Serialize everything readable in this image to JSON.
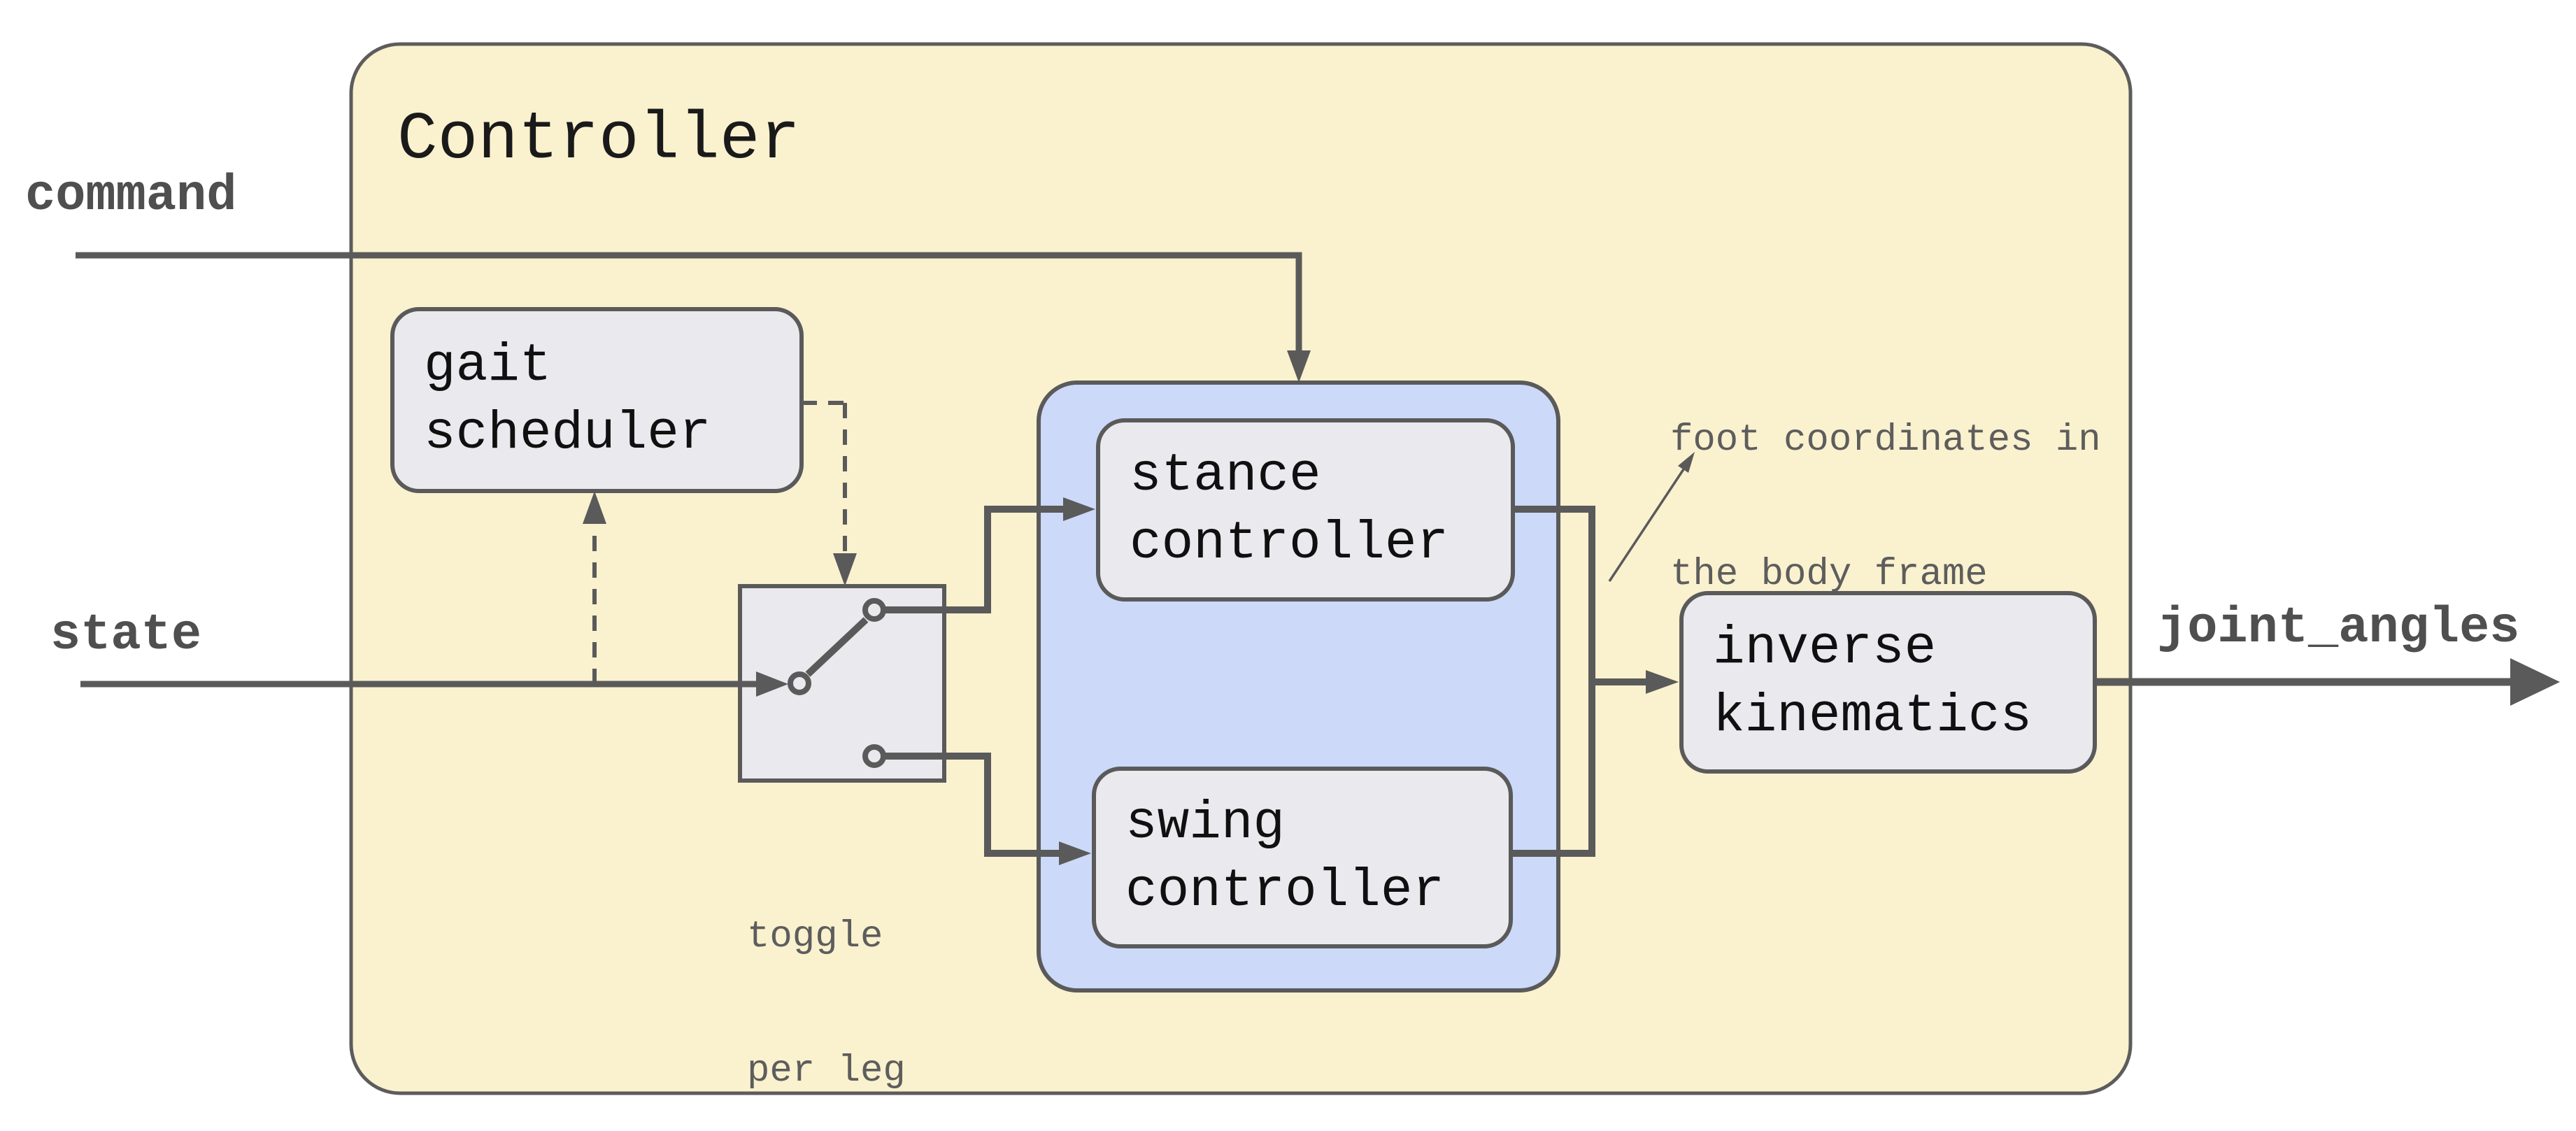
{
  "title": "Controller",
  "inputs": {
    "command": "command",
    "state": "state"
  },
  "output": {
    "joint_angles": "joint_angles"
  },
  "blocks": {
    "gait_scheduler": {
      "line1": "gait",
      "line2": "scheduler"
    },
    "stance_controller": {
      "line1": "stance",
      "line2": "controller"
    },
    "swing_controller": {
      "line1": "swing",
      "line2": "controller"
    },
    "inverse_kinematics": {
      "line1": "inverse",
      "line2": "kinematics"
    }
  },
  "annotations": {
    "toggle": {
      "line1": "toggle",
      "line2": "per leg"
    },
    "foot_coordinates": {
      "line1": "foot coordinates in",
      "line2": "the body frame"
    }
  },
  "colors": {
    "canvas-bg": "#ffffff",
    "container-fill": "#FAF1CE",
    "container-stroke": "#5c5c5c",
    "group-fill": "#CCD9F8",
    "block-fill": "#E9E9EE",
    "block-stroke": "#5a5a5a",
    "line-color": "#5a5a5a",
    "label-color": "#4f4f4f",
    "annotation-color": "#5d5d5d",
    "block-text": "#101010",
    "title-color": "#1a1a1a"
  }
}
